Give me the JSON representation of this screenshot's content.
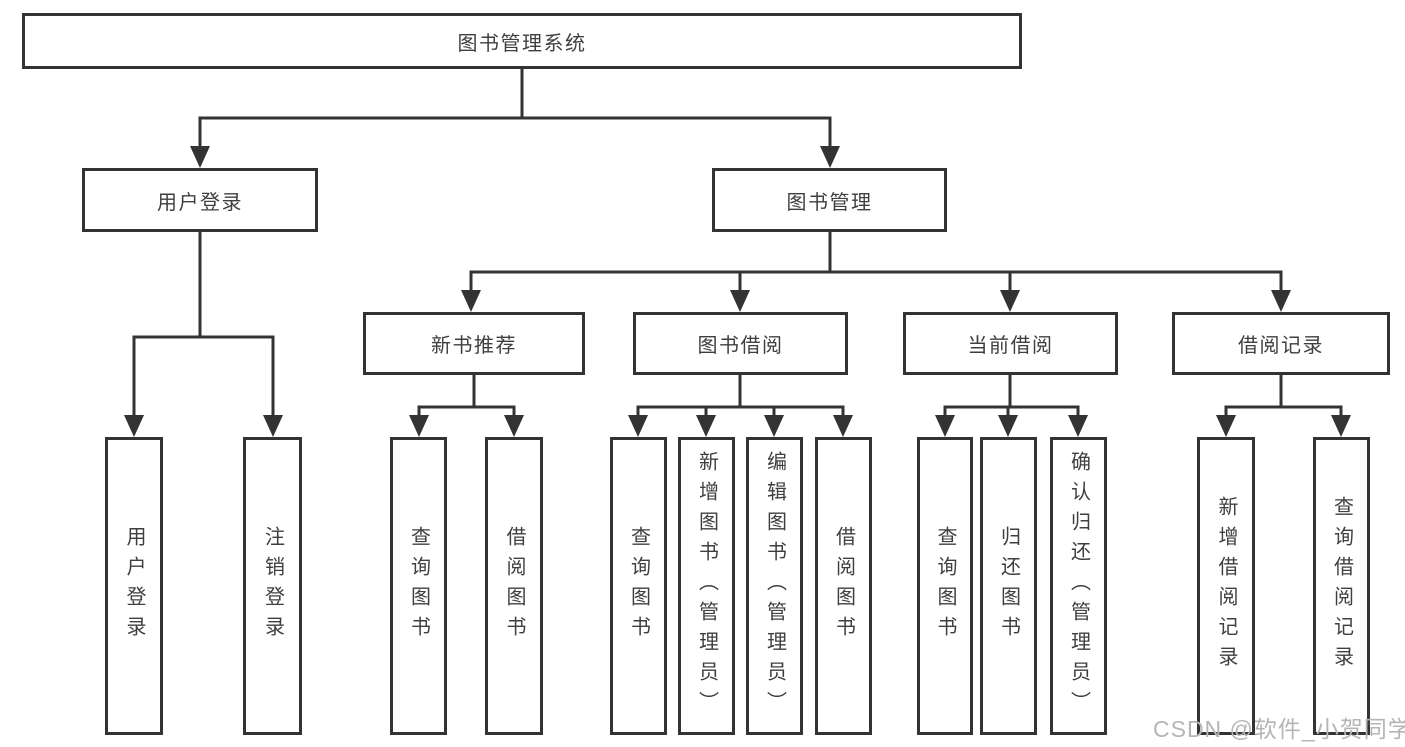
{
  "nodes": {
    "root": {
      "label": "图书管理系统"
    },
    "user_login": {
      "label": "用户登录"
    },
    "book_mgmt": {
      "label": "图书管理"
    },
    "new_book_rec": {
      "label": "新书推荐"
    },
    "book_borrow": {
      "label": "图书借阅"
    },
    "current_borrow": {
      "label": "当前借阅"
    },
    "borrow_record": {
      "label": "借阅记录"
    },
    "leaf_user_login": {
      "label": "用户登录"
    },
    "leaf_logout": {
      "label": "注销登录"
    },
    "rec_query_book": {
      "label": "查询图书"
    },
    "rec_borrow_book": {
      "label": "借阅图书"
    },
    "bor_query_book": {
      "label": "查询图书"
    },
    "bor_add_book": {
      "label": "新增图书（管理员）"
    },
    "bor_edit_book": {
      "label": "编辑图书（管理员）"
    },
    "bor_borrow_book": {
      "label": "借阅图书"
    },
    "cur_query_book": {
      "label": "查询图书"
    },
    "cur_return_book": {
      "label": "归还图书"
    },
    "cur_confirm_return": {
      "label": "确认归还（管理员）"
    },
    "log_add_record": {
      "label": "新增借阅记录"
    },
    "log_query_record": {
      "label": "查询借阅记录"
    }
  },
  "edges": [
    [
      "root",
      "user_login"
    ],
    [
      "root",
      "book_mgmt"
    ],
    [
      "user_login",
      "leaf_user_login"
    ],
    [
      "user_login",
      "leaf_logout"
    ],
    [
      "book_mgmt",
      "new_book_rec"
    ],
    [
      "book_mgmt",
      "book_borrow"
    ],
    [
      "book_mgmt",
      "current_borrow"
    ],
    [
      "book_mgmt",
      "borrow_record"
    ],
    [
      "new_book_rec",
      "rec_query_book"
    ],
    [
      "new_book_rec",
      "rec_borrow_book"
    ],
    [
      "book_borrow",
      "bor_query_book"
    ],
    [
      "book_borrow",
      "bor_add_book"
    ],
    [
      "book_borrow",
      "bor_edit_book"
    ],
    [
      "book_borrow",
      "bor_borrow_book"
    ],
    [
      "current_borrow",
      "cur_query_book"
    ],
    [
      "current_borrow",
      "cur_return_book"
    ],
    [
      "current_borrow",
      "cur_confirm_return"
    ],
    [
      "borrow_record",
      "log_add_record"
    ],
    [
      "borrow_record",
      "log_query_record"
    ]
  ],
  "watermark": {
    "text": "CSDN @软件_小贺同学"
  },
  "colors": {
    "line": "#333333",
    "box_border": "#333333",
    "text": "#3f3f3f",
    "background": "#ffffff",
    "watermark": "#b5b5b5"
  }
}
